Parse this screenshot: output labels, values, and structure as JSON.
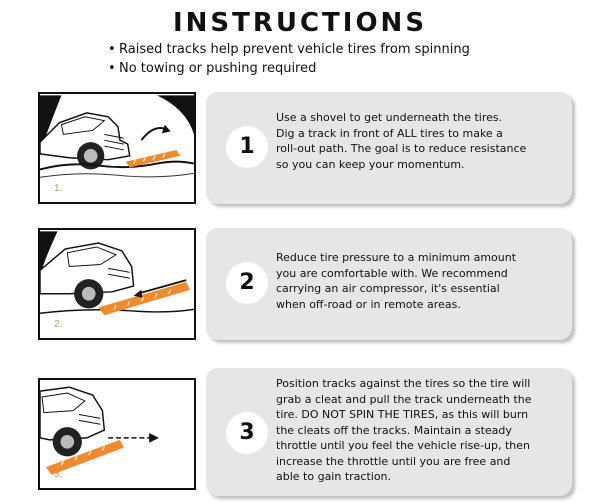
{
  "header": {
    "title": "INSTRUCTIONS",
    "bullets": [
      "Raised tracks help prevent vehicle tires from spinning",
      "No towing or pushing required"
    ]
  },
  "steps": [
    {
      "number": "1",
      "photo_label": "1.",
      "lines": [
        "Use a shovel to get underneath the tires.",
        "Dig a track in front of ALL tires to make a",
        "roll-out path. The goal is to reduce resistance",
        "so you can keep your momentum."
      ]
    },
    {
      "number": "2",
      "photo_label": "2.",
      "lines": [
        "Reduce tire pressure to a minimum amount",
        "you are comfortable with.  We  recommend",
        "carrying an air compressor, it's essential",
        "when off-road or in remote areas."
      ]
    },
    {
      "number": "3",
      "photo_label": "3.",
      "lines": [
        "Position tracks against the tires so the tire will",
        "grab a cleat and pull the track underneath the",
        "tire. DO NOT SPIN THE TIRES, as this will burn",
        "the cleats off the tracks. Maintain a steady",
        "throttle until you feel the vehicle rise-up, then",
        "increase the throttle until you are free and",
        "able to gain traction."
      ]
    }
  ],
  "colors": {
    "card_background": "#e6e6e6",
    "track_orange": "#f08a2c",
    "step_label": "#c89a5a"
  }
}
